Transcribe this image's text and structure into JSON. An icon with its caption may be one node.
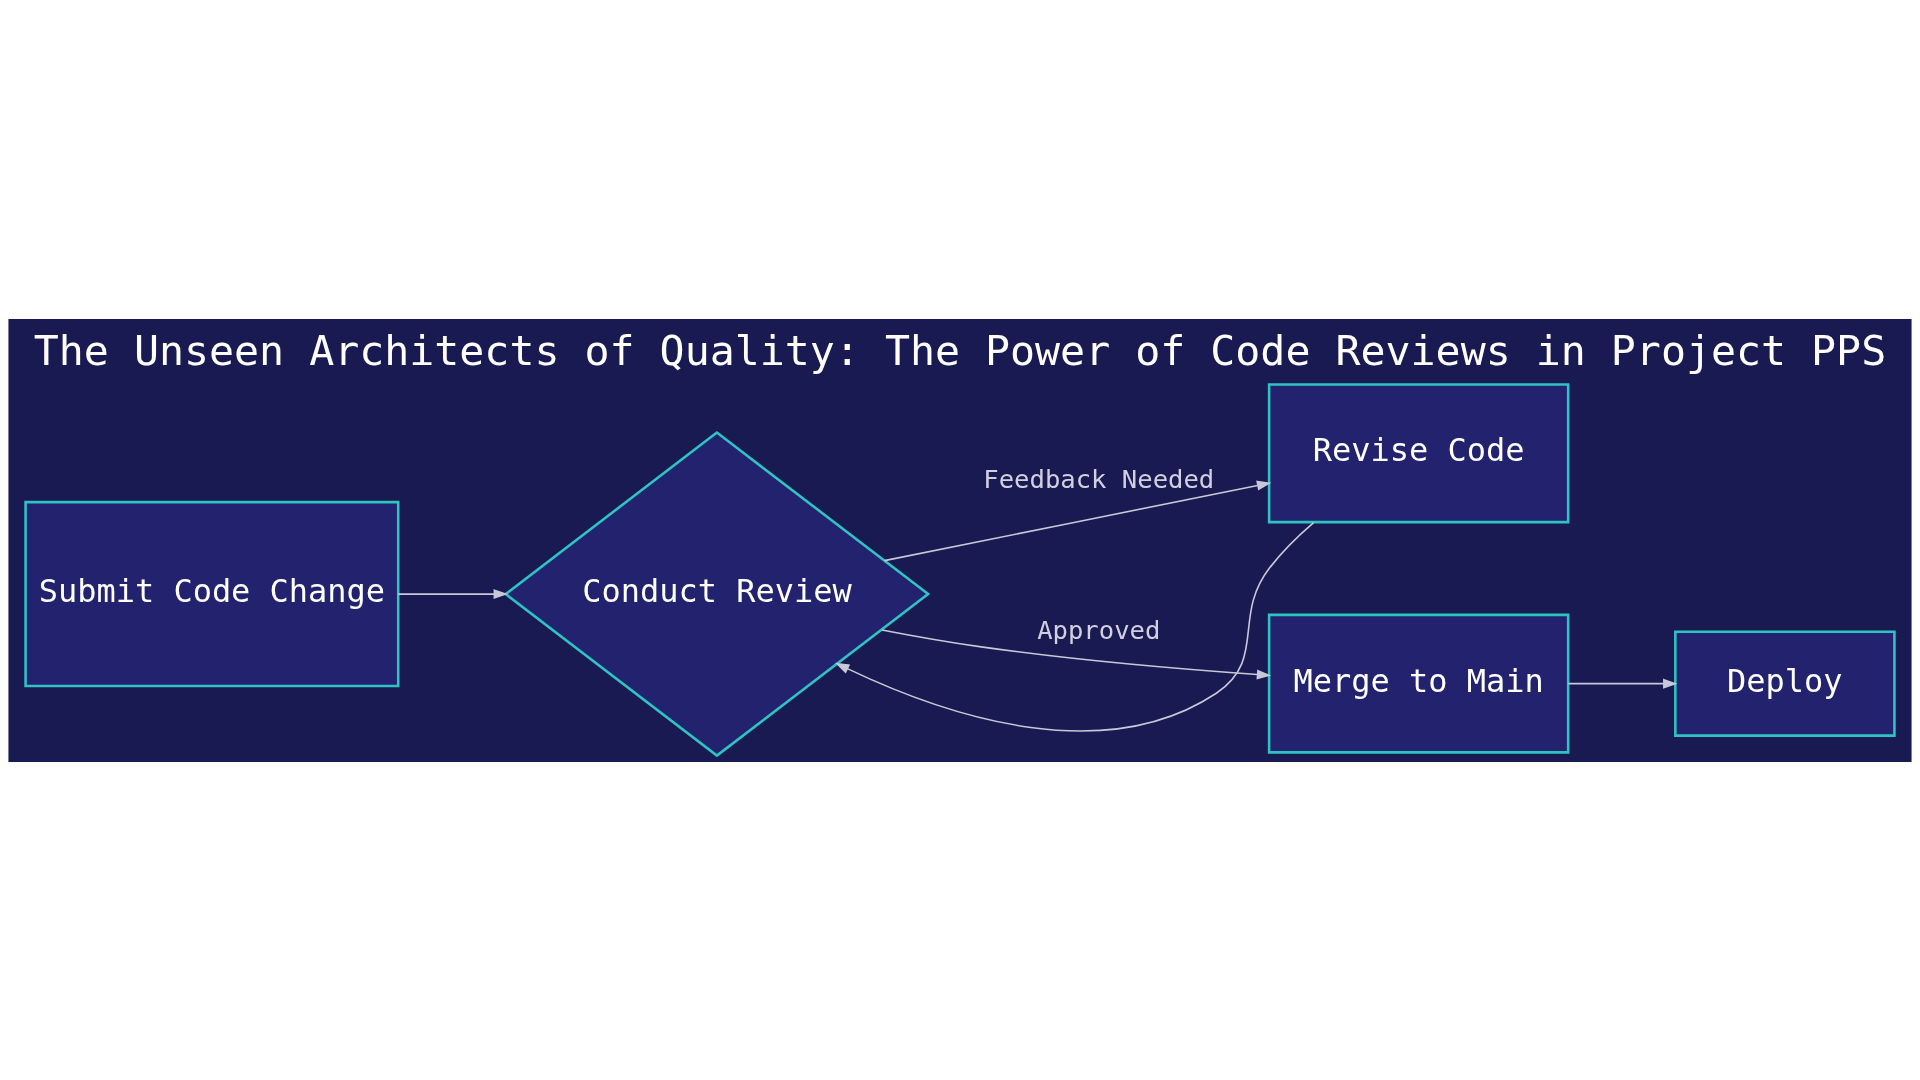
{
  "diagram": {
    "title": "The Unseen Architects of Quality: The Power of Code Reviews in Project PPS",
    "nodes": [
      {
        "text": [
          "Submit Code Change"
        ]
      },
      {
        "text": [
          "Conduct Review"
        ]
      },
      {
        "text": [
          "Revise Code"
        ]
      },
      {
        "text": [
          "Merge to Main"
        ]
      },
      {
        "text": [
          "Deploy"
        ]
      }
    ],
    "edges": [
      {
        "from": 0,
        "to": 1,
        "arrow": "to"
      },
      {
        "from": 1,
        "to": 2,
        "arrow": "to",
        "label": "Feedback Needed"
      },
      {
        "from": 2,
        "to": 1,
        "arrow": "to"
      },
      {
        "from": 1,
        "to": 3,
        "arrow": "to",
        "label": "Approved"
      },
      {
        "from": 3,
        "to": 4,
        "arrow": "to"
      }
    ]
  }
}
